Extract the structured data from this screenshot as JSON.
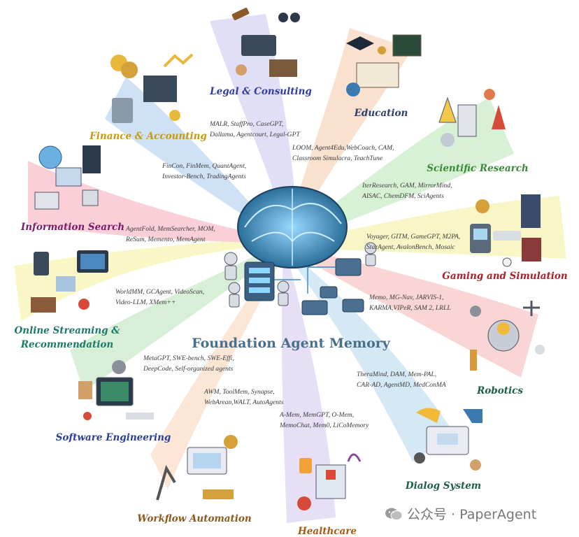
{
  "title": "Foundation Agent Memory",
  "watermark": "公众号 · PaperAgent",
  "colors": {
    "title": "#4a6f8a",
    "legal": "#2f3e9e",
    "education": "#2a3f6a",
    "science": "#3a8a3a",
    "gaming": "#a8202a",
    "robotics": "#1d5e4a",
    "dialog": "#1d5e4a",
    "healthcare": "#a85a10",
    "workflow": "#8a5a20",
    "software": "#2a3f9a",
    "streaming": "#1d7a6a",
    "search": "#7a1a6a",
    "finance": "#c89a10"
  },
  "domains": {
    "legal": {
      "label": "Legal & Consulting",
      "examples": [
        "MALR, StaffPro, CaseGPT,",
        "Dallama, Agentcourt, Legal-GPT"
      ]
    },
    "education": {
      "label": "Education",
      "examples": [
        "LOOM, Agent4Edu,WebCoach, CAM,",
        "Classroom Simulacra, TeachTune"
      ]
    },
    "science": {
      "label": "Scientific Research",
      "examples": [
        "IterResearch, GAM, MirrorMind,",
        "AISAC, ChemDFM, SciAgents"
      ]
    },
    "gaming": {
      "label": "Gaming and Simulation",
      "examples": [
        "Voyager, GITM, GameGPT, M2PA,",
        "StarAgent, AvalonBench, Mosaic"
      ]
    },
    "robotics": {
      "label": "Robotics",
      "examples": [
        "Memo, MG-Nav, JARVIS-1,",
        "KARMA,VIPeR, SAM 2, LRLL"
      ]
    },
    "dialog": {
      "label": "Dialog System",
      "examples": [
        "TheraMind, DAM, Mem-PAL,",
        "CAR-AD, AgentMD, MedConMA"
      ]
    },
    "healthcare": {
      "label": "Healthcare",
      "examples": [
        "A-Mem, MemGPT, O-Mem,",
        "MemoChat, Mem0, LiCoMemory"
      ]
    },
    "workflow": {
      "label": "Workflow Automation",
      "examples": [
        "AWM, ToolMem, Synapse,",
        "WebArean,WALT, AutoAgents"
      ]
    },
    "software": {
      "label": "Software Engineering",
      "examples": [
        "MetaGPT, SWE-bench, SWE-Effi,",
        "DeepCode, Self-organized agents"
      ]
    },
    "streaming": {
      "label": "Online Streaming &",
      "label2": "Recommendation",
      "examples": [
        "WorldMM, GCAgent, VideoScan,",
        "Video-LLM, XMem++"
      ]
    },
    "search": {
      "label": "Information Search",
      "examples": [
        "AgentFold, MemSearcher, MOM,",
        "ReSum, Memento, MemAgent"
      ]
    },
    "finance": {
      "label": "Finance & Accounting",
      "examples": [
        "FinCon, FinMem, QuantAgent,",
        "Investor-Bench, TradingAgents"
      ]
    }
  }
}
